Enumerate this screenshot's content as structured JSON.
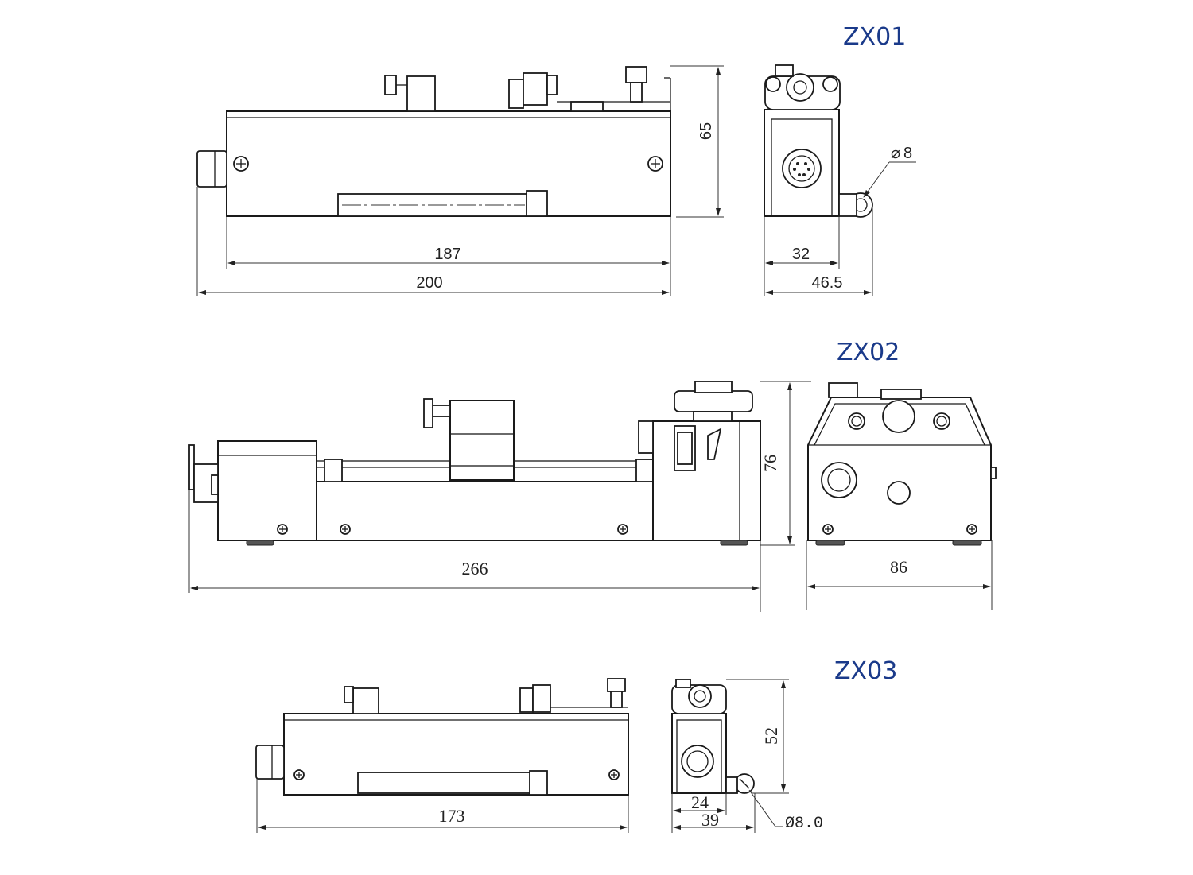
{
  "models": {
    "zx01": {
      "title": "ZX01",
      "dims": {
        "height": "65",
        "inner_length": "187",
        "total_length": "200",
        "side_inner": "32",
        "side_total": "46.5",
        "diameter": "8"
      },
      "diameter_symbol": "⌀"
    },
    "zx02": {
      "title": "ZX02",
      "dims": {
        "height": "76",
        "length": "266",
        "width": "86"
      }
    },
    "zx03": {
      "title": "ZX03",
      "dims": {
        "height": "52",
        "length": "173",
        "side_inner": "24",
        "side_total": "39",
        "diameter": "Ø8.0"
      }
    }
  },
  "colors": {
    "title": "#1a3a8a",
    "line": "#1a1a1a"
  }
}
